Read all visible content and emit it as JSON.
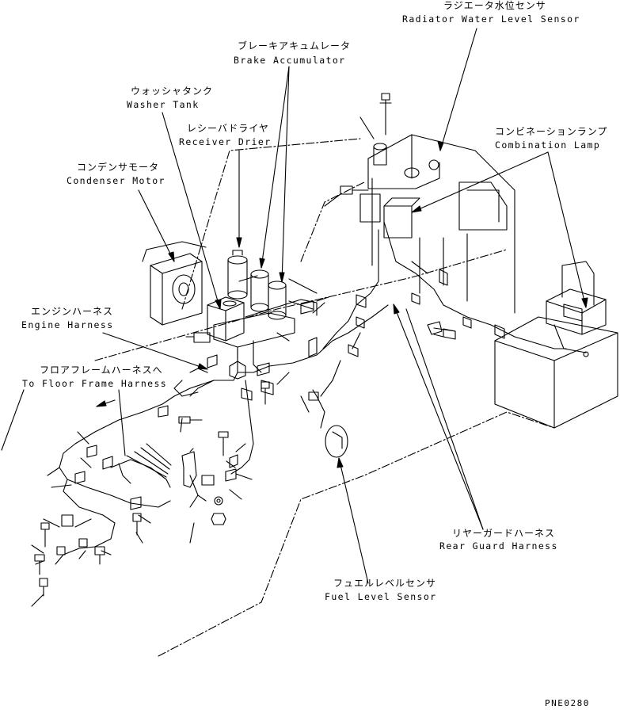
{
  "callouts": {
    "radiator_sensor": {
      "jp": "ラジエータ水位センサ",
      "en": "Radiator Water Level Sensor"
    },
    "brake_accumulator": {
      "jp": "ブレーキアキュムレータ",
      "en": "Brake Accumulator"
    },
    "washer_tank": {
      "jp": "ウォッシャタンク",
      "en": "Washer Tank"
    },
    "receiver_drier": {
      "jp": "レシーバドライヤ",
      "en": "Receiver Drier"
    },
    "condenser_motor": {
      "jp": "コンデンサモータ",
      "en": "Condenser Motor"
    },
    "combination_lamp": {
      "jp": "コンビネーションランプ",
      "en": "Combination Lamp"
    },
    "engine_harness": {
      "jp": "エンジンハーネス",
      "en": "Engine Harness"
    },
    "floor_frame_harness": {
      "jp": "フロアフレームハーネスへ",
      "en": "To Floor Frame Harness"
    },
    "rear_guard_harness": {
      "jp": "リヤーガードハーネス",
      "en": "Rear Guard Harness"
    },
    "fuel_level_sensor": {
      "jp": "フュエルレベルセンサ",
      "en": "Fuel Level Sensor"
    }
  },
  "drawing_code": "PNE0280"
}
